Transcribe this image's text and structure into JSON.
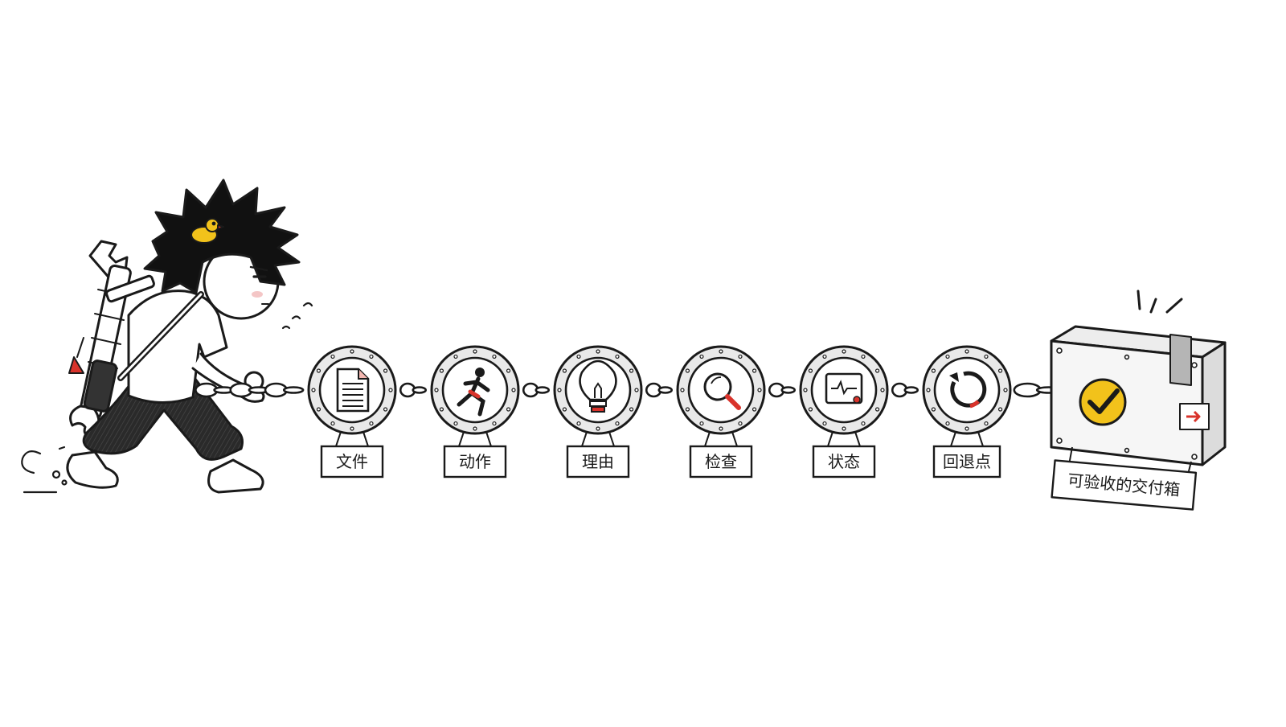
{
  "colors": {
    "ink": "#1a1a1a",
    "paper": "#ffffff",
    "metal": "#e9e9e9",
    "accent_red": "#d9332b",
    "accent_yellow": "#f2c21b",
    "tape_gray": "#b5b5b5"
  },
  "character": {
    "icon": "boy-pulling-chain",
    "head_ornament_icon": "duck-icon",
    "tool_icon": "wrench-icon"
  },
  "chain": {
    "nodes": [
      {
        "id": "file",
        "label": "文件",
        "icon": "document-icon"
      },
      {
        "id": "action",
        "label": "动作",
        "icon": "running-person-icon"
      },
      {
        "id": "reason",
        "label": "理由",
        "icon": "lightbulb-icon"
      },
      {
        "id": "check",
        "label": "检查",
        "icon": "magnifier-icon"
      },
      {
        "id": "status",
        "label": "状态",
        "icon": "status-monitor-icon"
      },
      {
        "id": "rollback",
        "label": "回退点",
        "icon": "rollback-arrow-icon"
      }
    ]
  },
  "deliverable": {
    "label": "可验收的交付箱",
    "icon": "checkmark-box-icon",
    "side_icon": "arrow-label-icon"
  }
}
